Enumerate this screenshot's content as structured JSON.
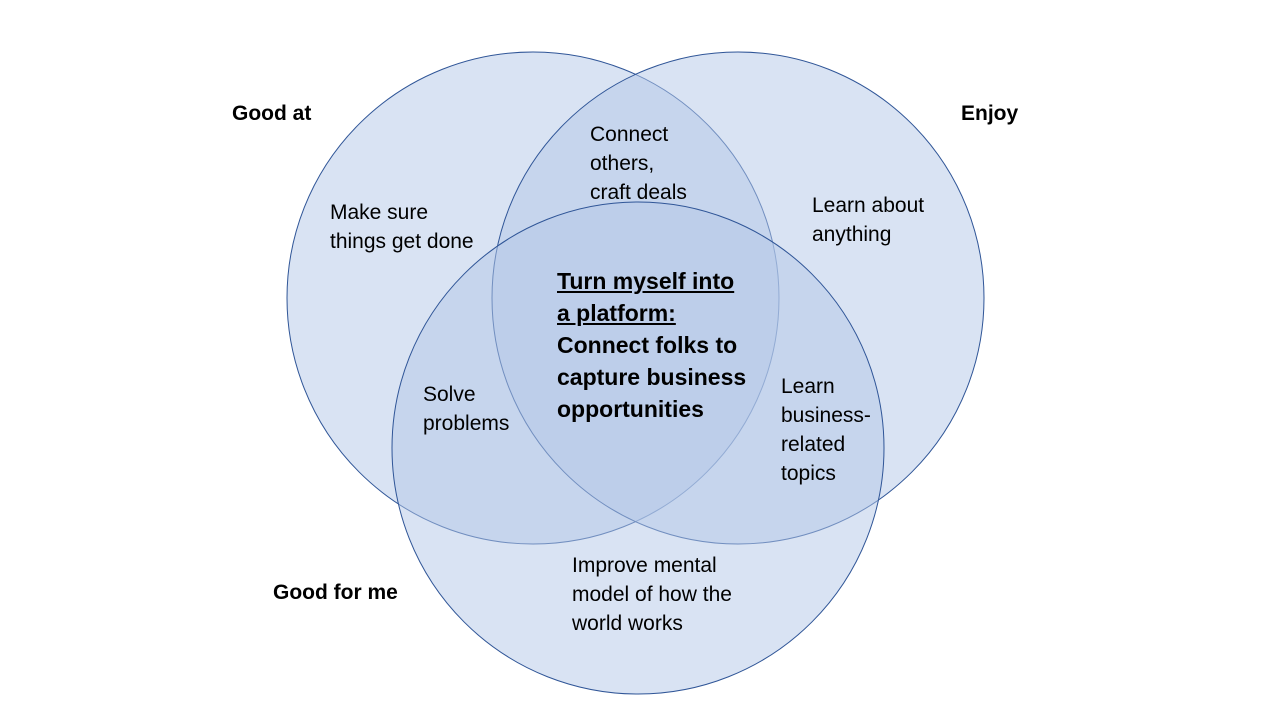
{
  "colors": {
    "fill": "#b4c7e7",
    "stroke": "#2f5597"
  },
  "sets": {
    "good_at": "Good at",
    "enjoy": "Enjoy",
    "good_for_me": "Good for me"
  },
  "regions": {
    "good_at_only": "Make sure\nthings get done",
    "enjoy_only": "Learn about\nanything",
    "good_for_me_only": "Improve mental\nmodel of how the\nworld works",
    "good_at_and_enjoy": "Connect\nothers,\ncraft deals",
    "good_at_and_good_for_me": "Solve\nproblems",
    "enjoy_and_good_for_me": "Learn\nbusiness-\nrelated\ntopics",
    "center_title": "Turn myself into\na platform:",
    "center_body": "Connect folks to\ncapture business\nopportunities"
  }
}
